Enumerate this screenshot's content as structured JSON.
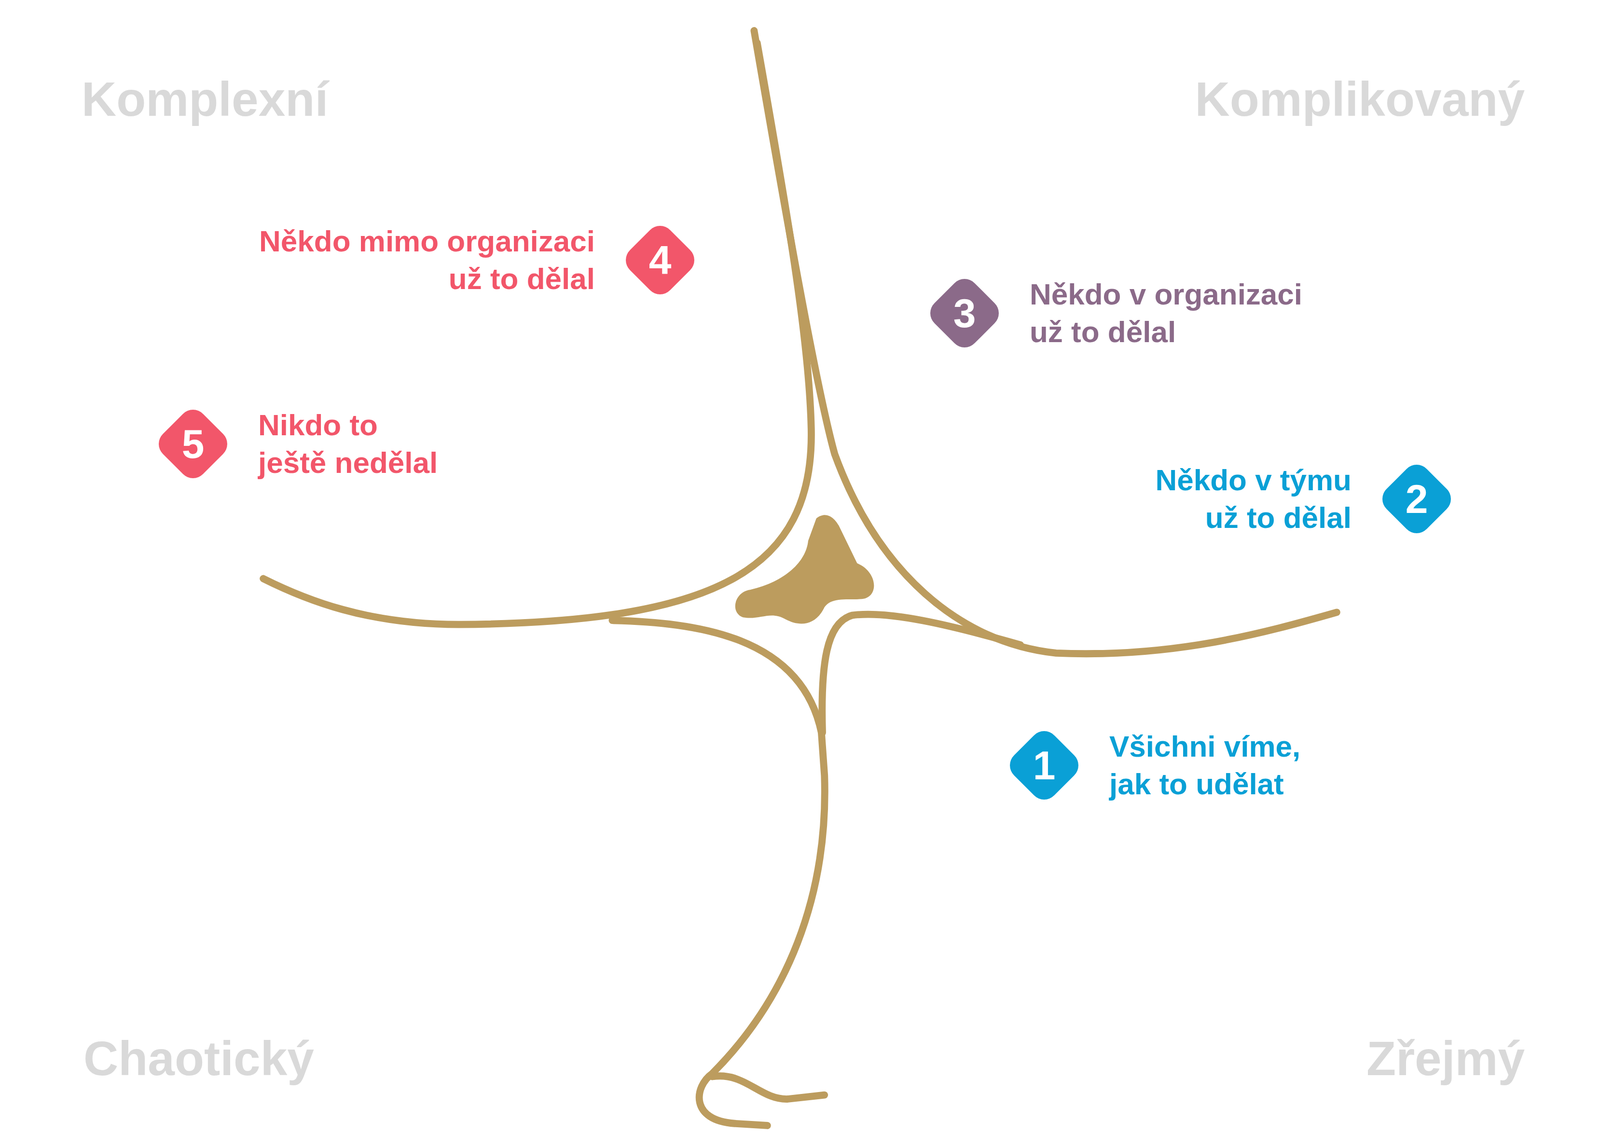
{
  "diagram": {
    "nodes": [
      {
        "text": [
          "4",
          "Někdo mimo organizaci už to dělal"
        ]
      },
      {
        "text": [
          "3",
          "Někdo v organizaci už to dělal"
        ]
      },
      {
        "text": [
          "5",
          "Nikdo to ještě nedělal"
        ]
      },
      {
        "text": [
          "2",
          "Někdo v týmu už to dělal"
        ]
      },
      {
        "text": [
          "1",
          "Všichni víme, jak to udělat"
        ]
      }
    ],
    "labels": [
      "Komplexní",
      "Komplikovaný",
      "Chaotický",
      "Zřejmý"
    ]
  }
}
